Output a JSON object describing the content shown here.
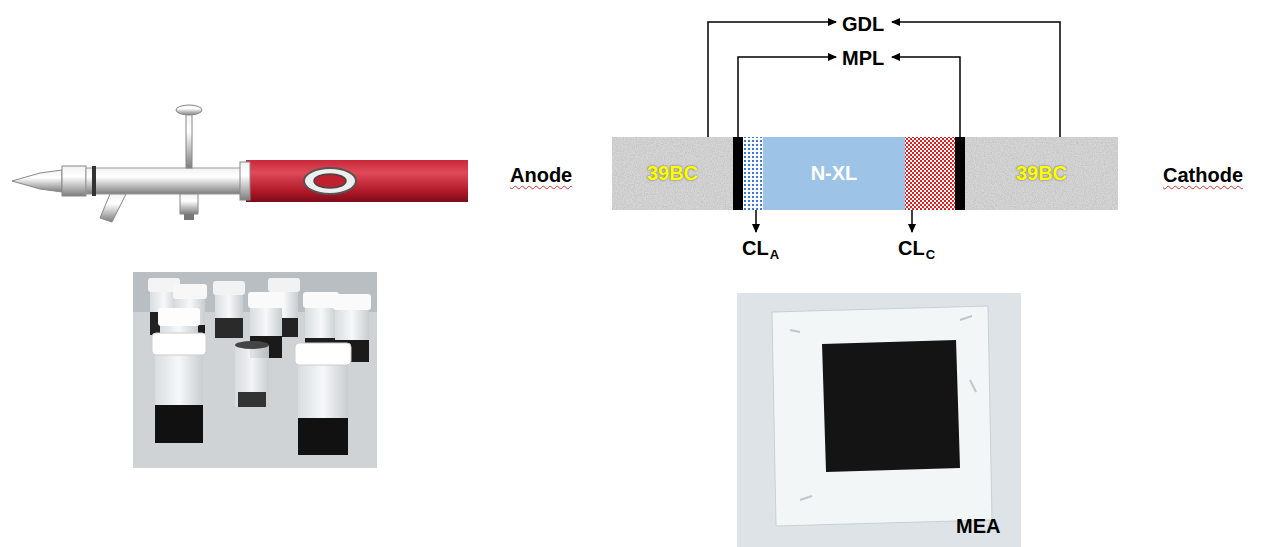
{
  "diagram": {
    "nodes": [
      {
        "text": [
          "39BC"
        ]
      },
      {
        "text": [
          "N-XL"
        ]
      },
      {
        "text": [
          "39BC"
        ]
      }
    ],
    "labels": [
      "GDL",
      "MPL",
      "Anode",
      "Cathode",
      "CL",
      "A",
      "CL",
      "C",
      "MEA"
    ]
  }
}
